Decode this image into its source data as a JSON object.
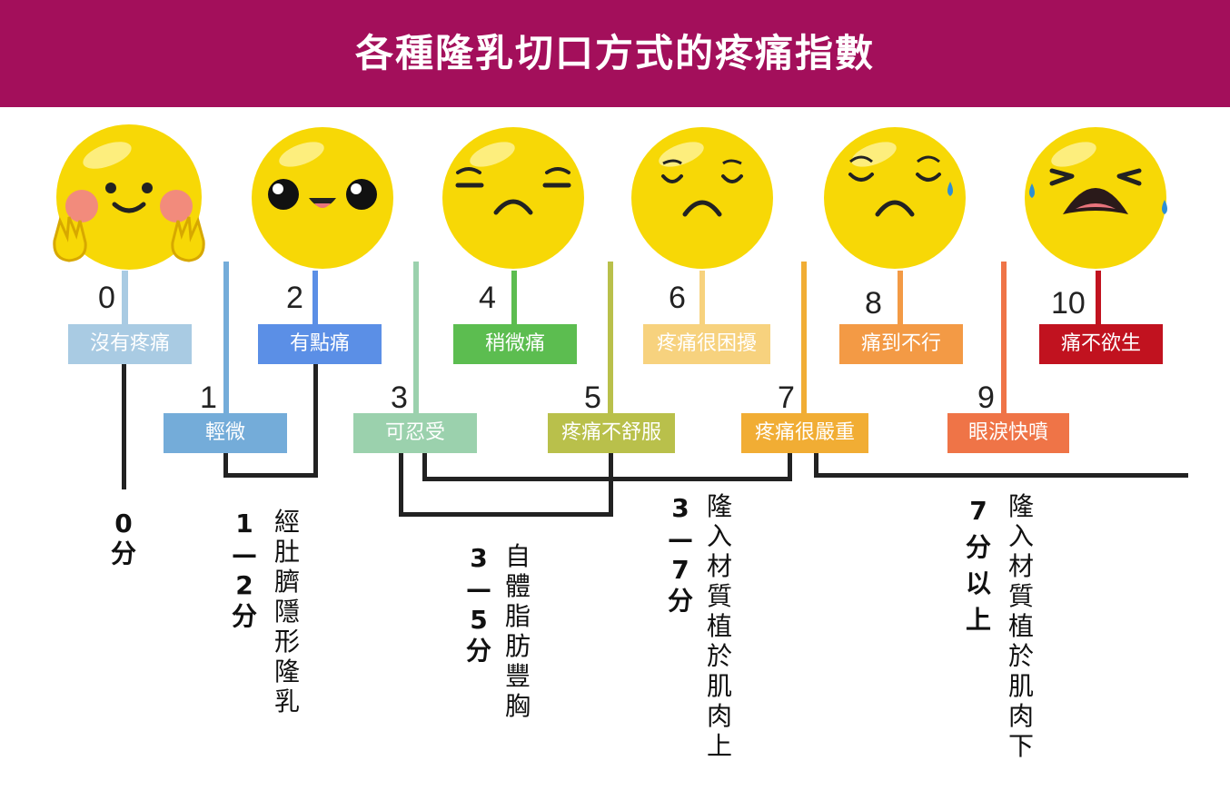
{
  "header": {
    "title": "各種隆乳切口方式的疼痛指數"
  },
  "scale": [
    {
      "num": "0",
      "label": "沒有疼痛",
      "color": "#a9cbe3"
    },
    {
      "num": "1",
      "label": "輕微",
      "color": "#74acd9"
    },
    {
      "num": "2",
      "label": "有點痛",
      "color": "#5b8fe6"
    },
    {
      "num": "3",
      "label": "可忍受",
      "color": "#9bd1ad"
    },
    {
      "num": "4",
      "label": "稍微痛",
      "color": "#5cbd50"
    },
    {
      "num": "5",
      "label": "疼痛不舒服",
      "color": "#b9c04b"
    },
    {
      "num": "6",
      "label": "疼痛很困擾",
      "color": "#f7d27e"
    },
    {
      "num": "7",
      "label": "疼痛很嚴重",
      "color": "#f1ad34"
    },
    {
      "num": "8",
      "label": "痛到不行",
      "color": "#f39a45"
    },
    {
      "num": "9",
      "label": "眼淚快噴",
      "color": "#ef7447"
    },
    {
      "num": "10",
      "label": "痛不欲生",
      "color": "#c1121f"
    }
  ],
  "methods": [
    {
      "score": "0分",
      "name": ""
    },
    {
      "score": "1—2分",
      "name": "經肚臍隱形隆乳"
    },
    {
      "score": "3—5分",
      "name": "自體脂肪豐胸"
    },
    {
      "score": "3—7分",
      "name": "隆入材質植於肌肉上"
    },
    {
      "score": "7分以上",
      "name": "隆入材質植於肌肉下"
    }
  ]
}
